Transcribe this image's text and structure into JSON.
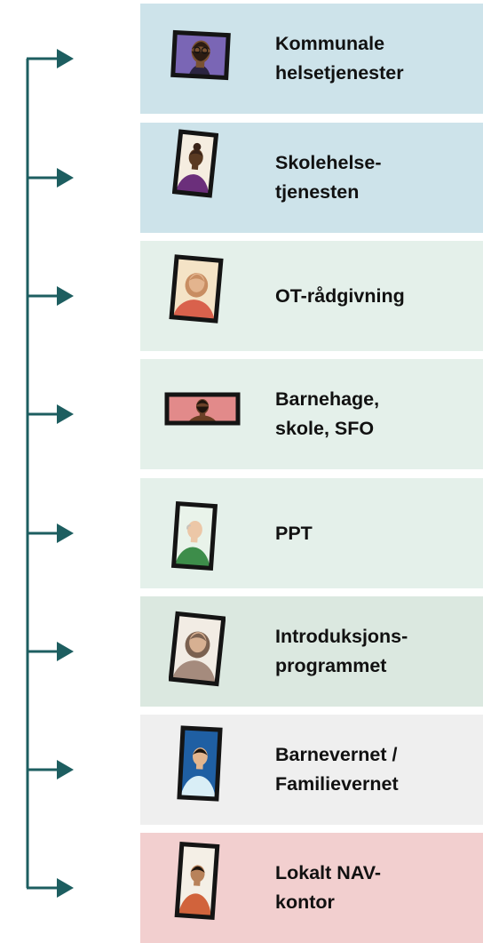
{
  "colors": {
    "connector": "#1d5e60",
    "blue": "#cde3ea",
    "mint": "#e4f0ea",
    "sage": "#dbe8e0",
    "grey": "#efefef",
    "pink": "#f2cfcf"
  },
  "items": [
    {
      "label": "Kommunale helsetjenester",
      "lines": [
        "Kommunale",
        "helsetjenester"
      ],
      "color": "blue",
      "icon": "bearded-man-glasses-portrait-icon"
    },
    {
      "label": "Skolehelsetjenesten",
      "lines": [
        "Skolehelse-",
        "tjenesten"
      ],
      "color": "blue",
      "icon": "woman-hair-bun-portrait-icon"
    },
    {
      "label": "OT-rådgivning",
      "lines": [
        "OT-rådgivning"
      ],
      "color": "mint",
      "icon": "curly-haired-woman-portrait-icon"
    },
    {
      "label": "Barnehage, skole, SFO",
      "lines": [
        "Barnehage,",
        "skole, SFO"
      ],
      "color": "mint",
      "icon": "bearded-man-portrait-icon"
    },
    {
      "label": "PPT",
      "lines": [
        "PPT"
      ],
      "color": "mint",
      "icon": "older-man-portrait-icon"
    },
    {
      "label": "Introduksjonsprogrammet",
      "lines": [
        "Introduksjons-",
        "programmet"
      ],
      "color": "sage",
      "icon": "woman-bob-hair-portrait-icon"
    },
    {
      "label": "Barnevernet / Familievernet",
      "lines": [
        "Barnevernet /",
        "Familievernet"
      ],
      "color": "grey",
      "icon": "young-man-portrait-icon"
    },
    {
      "label": "Lokalt NAV-kontor",
      "lines": [
        "Lokalt NAV-",
        "kontor"
      ],
      "color": "pink",
      "icon": "man-orange-shirt-portrait-icon"
    }
  ]
}
